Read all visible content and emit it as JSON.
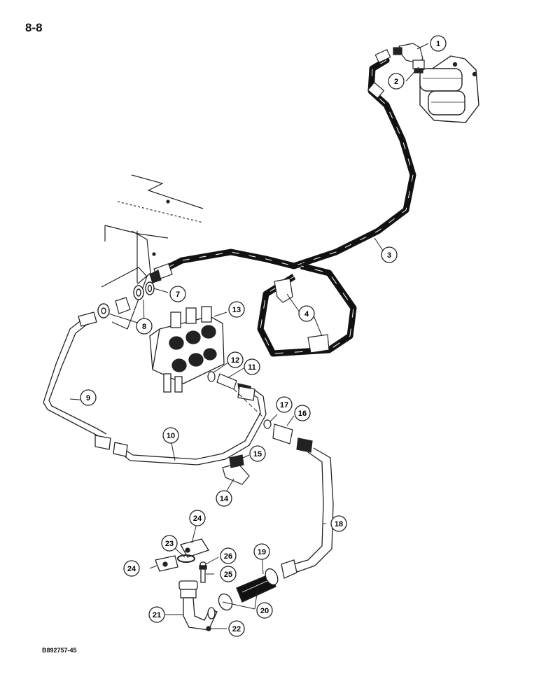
{
  "page": {
    "number": "8-8",
    "figure_code": "B892757-45"
  },
  "callouts": [
    {
      "n": "1"
    },
    {
      "n": "2"
    },
    {
      "n": "3"
    },
    {
      "n": "4"
    },
    {
      "n": "7"
    },
    {
      "n": "8"
    },
    {
      "n": "9"
    },
    {
      "n": "10"
    },
    {
      "n": "11"
    },
    {
      "n": "12"
    },
    {
      "n": "13"
    },
    {
      "n": "14"
    },
    {
      "n": "15"
    },
    {
      "n": "16"
    },
    {
      "n": "17"
    },
    {
      "n": "18"
    },
    {
      "n": "19"
    },
    {
      "n": "20"
    },
    {
      "n": "21"
    },
    {
      "n": "22"
    },
    {
      "n": "23"
    },
    {
      "n": "24"
    },
    {
      "n": "24"
    },
    {
      "n": "25"
    },
    {
      "n": "26"
    }
  ]
}
